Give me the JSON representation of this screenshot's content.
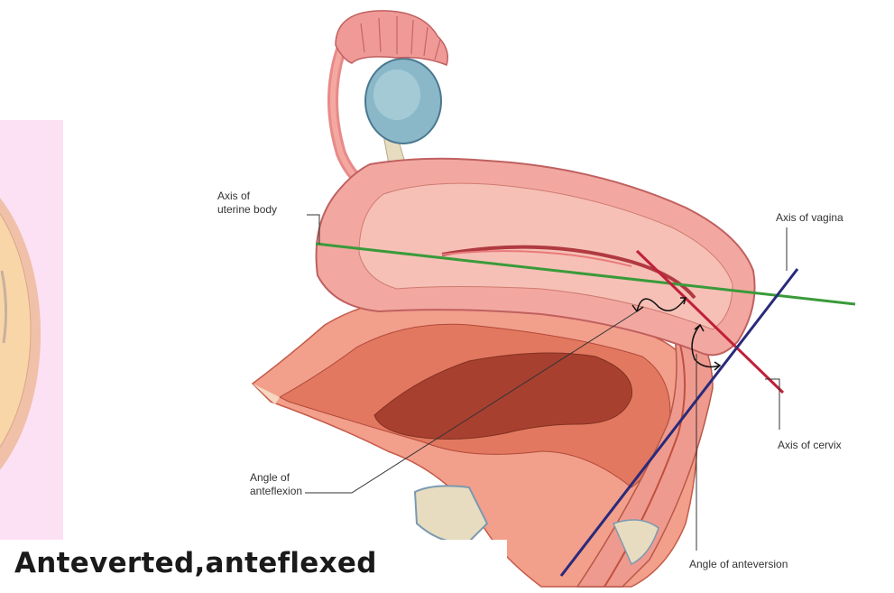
{
  "labels": {
    "axis_uterine_body_1": "Axis of",
    "axis_uterine_body_2": "uterine body",
    "axis_vagina": "Axis of vagina",
    "axis_cervix": "Axis of cervix",
    "angle_anteflexion_1": "Angle of",
    "angle_anteflexion_2": "anteflexion",
    "angle_anteversion": "Angle of anteversion"
  },
  "caption": "Anteverted,anteflexed",
  "colors": {
    "axis_uterine_body": "#3a9a3a",
    "axis_cervix": "#c0203a",
    "axis_vagina": "#2a2a7a",
    "side_panel": "#fce0f4"
  }
}
